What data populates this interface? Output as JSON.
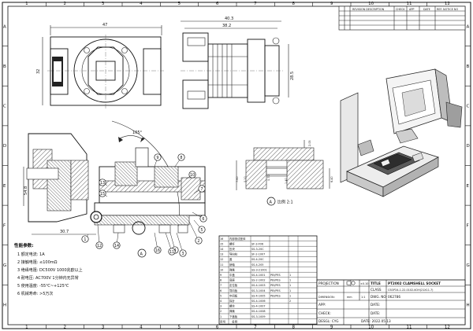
{
  "border": {
    "columns": [
      "1",
      "2",
      "3",
      "4",
      "5",
      "6",
      "7",
      "8",
      "9",
      "10",
      "11",
      "12"
    ],
    "rows": [
      "A",
      "B",
      "C",
      "D",
      "E",
      "F",
      "G",
      "H"
    ]
  },
  "revision_table": {
    "headers": [
      "REVISION DESCRIPTION",
      "CHECK",
      "APP",
      "DATE",
      "REF. NOTICE NO"
    ]
  },
  "dimensions": {
    "front_width": "47",
    "front_height": "32",
    "side_total": "40.3",
    "side_inner": "38.2",
    "side_height": "28.5",
    "section_height": "54.8",
    "section_width": "30.7",
    "angle": "105°",
    "detail_a": "2.05",
    "detail_b": "7.60",
    "detail_c": "6.40",
    "detail_d": "0.10",
    "detail_e": "0.70",
    "detail_f": "1.40"
  },
  "detail_label": "比例 2:1",
  "detail_letter": "A",
  "callouts": [
    "1",
    "2",
    "3",
    "4",
    "5",
    "6",
    "7",
    "8",
    "9",
    "10",
    "11",
    "12",
    "13",
    "14",
    "15",
    "16"
  ],
  "specs": {
    "title": "性能参数:",
    "lines": [
      "1  额定电流: 1A",
      "2  接触电阻: ≤100mΩ",
      "3  绝缘电阻: DC500V 1000兆欧以上",
      "4  耐电压:    AC700V 1分钟内无异常",
      "5  使用温度: -55℃~+125℃",
      "6  机械寿命: >5万次"
    ]
  },
  "bom": {
    "header_no": "序号",
    "header_name": "名称",
    "rows": [
      [
        "16",
        "内部测试座体",
        "",
        "",
        "",
        ""
      ],
      [
        "15",
        "螺杆",
        "SF-3-F06",
        "",
        "",
        ""
      ],
      [
        "14",
        "压块",
        "SS-3-20C",
        "",
        "",
        ""
      ],
      [
        "13",
        "导向柱",
        "SF-2-1007",
        "",
        "",
        ""
      ],
      [
        "12",
        "盖",
        "SS-4-20C",
        "",
        "",
        ""
      ],
      [
        "11",
        "销轴",
        "SS-4-205",
        "",
        "",
        ""
      ],
      [
        "10",
        "弹簧",
        "SS-3-21001",
        "",
        "",
        ""
      ],
      [
        "9",
        "中盖",
        "SS-4-1001",
        "PEI/PES",
        "1",
        ""
      ],
      [
        "8",
        "底座",
        "SS-2-1002",
        "PEI/PES",
        "1",
        ""
      ],
      [
        "7",
        "定位板",
        "SS-4-1003",
        "PEI/PES",
        "1",
        ""
      ],
      [
        "6",
        "导向板",
        "SS-3-1004",
        "PEI/PES",
        "1",
        ""
      ],
      [
        "5",
        "中间板",
        "SS-4-1005",
        "PEI/PES",
        "1",
        ""
      ],
      [
        "4",
        "探针",
        "SS-4-1006",
        "",
        "2",
        ""
      ],
      [
        "3",
        "螺丝",
        "SS-4-1007",
        "",
        "",
        ""
      ],
      [
        "2",
        "弹簧",
        "SS-4-1008",
        "",
        "",
        ""
      ],
      [
        "1",
        "下盖板",
        "SS-3-1009",
        "",
        "",
        ""
      ]
    ]
  },
  "title_block": {
    "projection_label": "PROJECTION",
    "tolerance": "±0.10",
    "title_label": "TITLE",
    "title_value": "PT2002 CLAMSHELL SOCKET",
    "class_label": "CLASS",
    "class_value": "CSOP24-1.22-0102-KOH(21X11.7)",
    "dim_label": "DIMENSION:",
    "dim_unit": "mm",
    "scale_label": "SCALE",
    "scale_value": "1:1",
    "dwg_label": "DWG. NO",
    "dwg_value": "062786",
    "app_label": "APP:",
    "date_label": "DATE:",
    "check_label": "CHECK:",
    "date_label2": "DATE:",
    "desig_label": "DESGL: CYG",
    "date_value": "DATE: 2022.05.13"
  }
}
